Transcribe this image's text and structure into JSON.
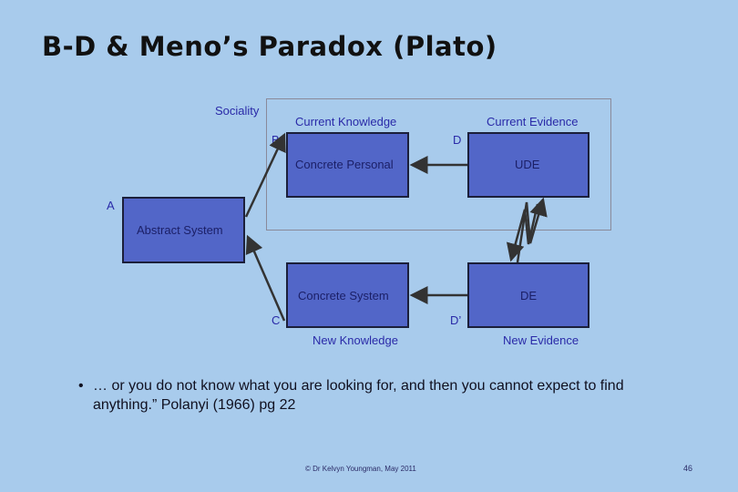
{
  "title": "B-D & Meno’s Paradox (Plato)",
  "diagram": {
    "sociality_label": "Sociality",
    "headers": {
      "current_knowledge": "Current Knowledge",
      "current_evidence": "Current Evidence",
      "new_knowledge": "New Knowledge",
      "new_evidence": "New Evidence"
    },
    "boxes": {
      "concrete_personal": "Concrete Personal",
      "ude": "UDE",
      "abstract_system": "Abstract System",
      "concrete_system": "Concrete System",
      "de": "DE"
    },
    "corners": {
      "a": "A",
      "b": "B",
      "c": "C",
      "d": "D",
      "d_prime": "D’"
    }
  },
  "quote": {
    "bullet": "•",
    "text": "… or you do not know what you are looking for, and then you cannot expect to find anything.”  Polanyi (1966) pg 22"
  },
  "footer": "© Dr Kelvyn Youngman, May 2011",
  "page_number": "46"
}
